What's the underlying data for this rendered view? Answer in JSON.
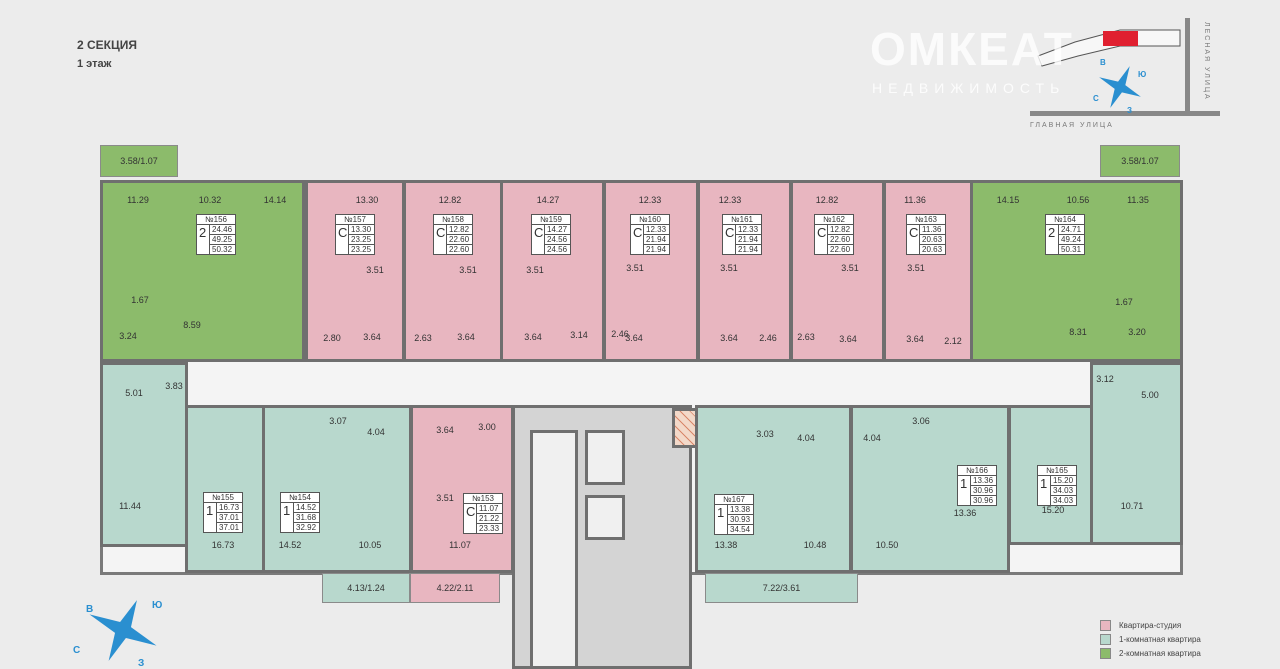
{
  "header": {
    "section": "2 СЕКЦИЯ",
    "floor": "1 этаж"
  },
  "watermark": {
    "brand": "ОМКЕАТ",
    "sub": "НЕДВИЖИМОСТЬ"
  },
  "site_plan": {
    "street_main": "ГЛАВНАЯ УЛИЦА",
    "street_side": "ЛЕСНАЯ УЛИЦА",
    "compass": {
      "n": "В",
      "e": "Ю",
      "s": "З",
      "w": "С"
    }
  },
  "compass": {
    "n": "В",
    "e": "Ю",
    "s": "З",
    "w": "С"
  },
  "colors": {
    "studio": "#e8b6c0",
    "one_room": "#b8d8cd",
    "two_room": "#8cbb6b"
  },
  "apartments": [
    {
      "num": "№156",
      "type": "2",
      "kind": "two_room",
      "areas": [
        "24.46",
        "49.25",
        "50.32"
      ],
      "rooms": [
        "11.29",
        "10.32",
        "14.14",
        "1.67",
        "3.24",
        "8.59"
      ],
      "balcony": "3.58/1.07"
    },
    {
      "num": "№157",
      "type": "С",
      "kind": "studio",
      "areas": [
        "13.30",
        "23.25",
        "23.25"
      ],
      "rooms": [
        "13.30",
        "3.51",
        "2.80",
        "3.64"
      ]
    },
    {
      "num": "№158",
      "type": "С",
      "kind": "studio",
      "areas": [
        "12.82",
        "22.60",
        "22.60"
      ],
      "rooms": [
        "12.82",
        "3.51",
        "2.63",
        "3.64"
      ]
    },
    {
      "num": "№159",
      "type": "С",
      "kind": "studio",
      "areas": [
        "14.27",
        "24.56",
        "24.56"
      ],
      "rooms": [
        "14.27",
        "3.51",
        "3.64",
        "3.14"
      ]
    },
    {
      "num": "№160",
      "type": "С",
      "kind": "studio",
      "areas": [
        "12.33",
        "21.94",
        "21.94"
      ],
      "rooms": [
        "12.33",
        "3.51",
        "2.46",
        "3.64"
      ]
    },
    {
      "num": "№161",
      "type": "С",
      "kind": "studio",
      "areas": [
        "12.33",
        "21.94",
        "21.94"
      ],
      "rooms": [
        "12.33",
        "3.51",
        "3.64",
        "2.46"
      ]
    },
    {
      "num": "№162",
      "type": "С",
      "kind": "studio",
      "areas": [
        "12.82",
        "22.60",
        "22.60"
      ],
      "rooms": [
        "12.82",
        "3.51",
        "2.63",
        "3.64"
      ]
    },
    {
      "num": "№163",
      "type": "С",
      "kind": "studio",
      "areas": [
        "11.36",
        "20.63",
        "20.63"
      ],
      "rooms": [
        "11.36",
        "3.51",
        "3.64",
        "2.12"
      ]
    },
    {
      "num": "№164",
      "type": "2",
      "kind": "two_room",
      "areas": [
        "24.71",
        "49.24",
        "50.31"
      ],
      "rooms": [
        "14.15",
        "10.56",
        "11.35",
        "1.67",
        "3.20",
        "8.31"
      ],
      "balcony": "3.58/1.07"
    },
    {
      "num": "№155",
      "type": "1",
      "kind": "one_room",
      "areas": [
        "16.73",
        "37.01",
        "37.01"
      ],
      "rooms": [
        "5.01",
        "3.83",
        "11.44",
        "16.73"
      ]
    },
    {
      "num": "№154",
      "type": "1",
      "kind": "one_room",
      "areas": [
        "14.52",
        "31.68",
        "32.92"
      ],
      "rooms": [
        "14.52",
        "3.07",
        "4.04",
        "10.05"
      ],
      "balcony": "4.13/1.24"
    },
    {
      "num": "№153",
      "type": "С",
      "kind": "studio",
      "areas": [
        "11.07",
        "21.22",
        "23.33"
      ],
      "rooms": [
        "3.64",
        "3.00",
        "3.51",
        "11.07"
      ],
      "balcony": "4.22/2.11"
    },
    {
      "num": "№167",
      "type": "1",
      "kind": "one_room",
      "areas": [
        "13.38",
        "30.93",
        "34.54"
      ],
      "rooms": [
        "13.38",
        "3.03",
        "4.04",
        "10.48"
      ],
      "balcony": "7.22/3.61"
    },
    {
      "num": "№166",
      "type": "1",
      "kind": "one_room",
      "areas": [
        "13.36",
        "30.96",
        "30.96"
      ],
      "rooms": [
        "4.04",
        "3.06",
        "10.50",
        "13.36"
      ]
    },
    {
      "num": "№165",
      "type": "1",
      "kind": "one_room",
      "areas": [
        "15.20",
        "34.03",
        "34.03"
      ],
      "rooms": [
        "15.20",
        "3.12",
        "5.00",
        "10.71"
      ]
    }
  ],
  "legend": [
    {
      "label": "Квартира-студия",
      "kind": "studio"
    },
    {
      "label": "1-комнатная квартира",
      "kind": "one_room"
    },
    {
      "label": "2-комнатная квартира",
      "kind": "two_room"
    }
  ]
}
